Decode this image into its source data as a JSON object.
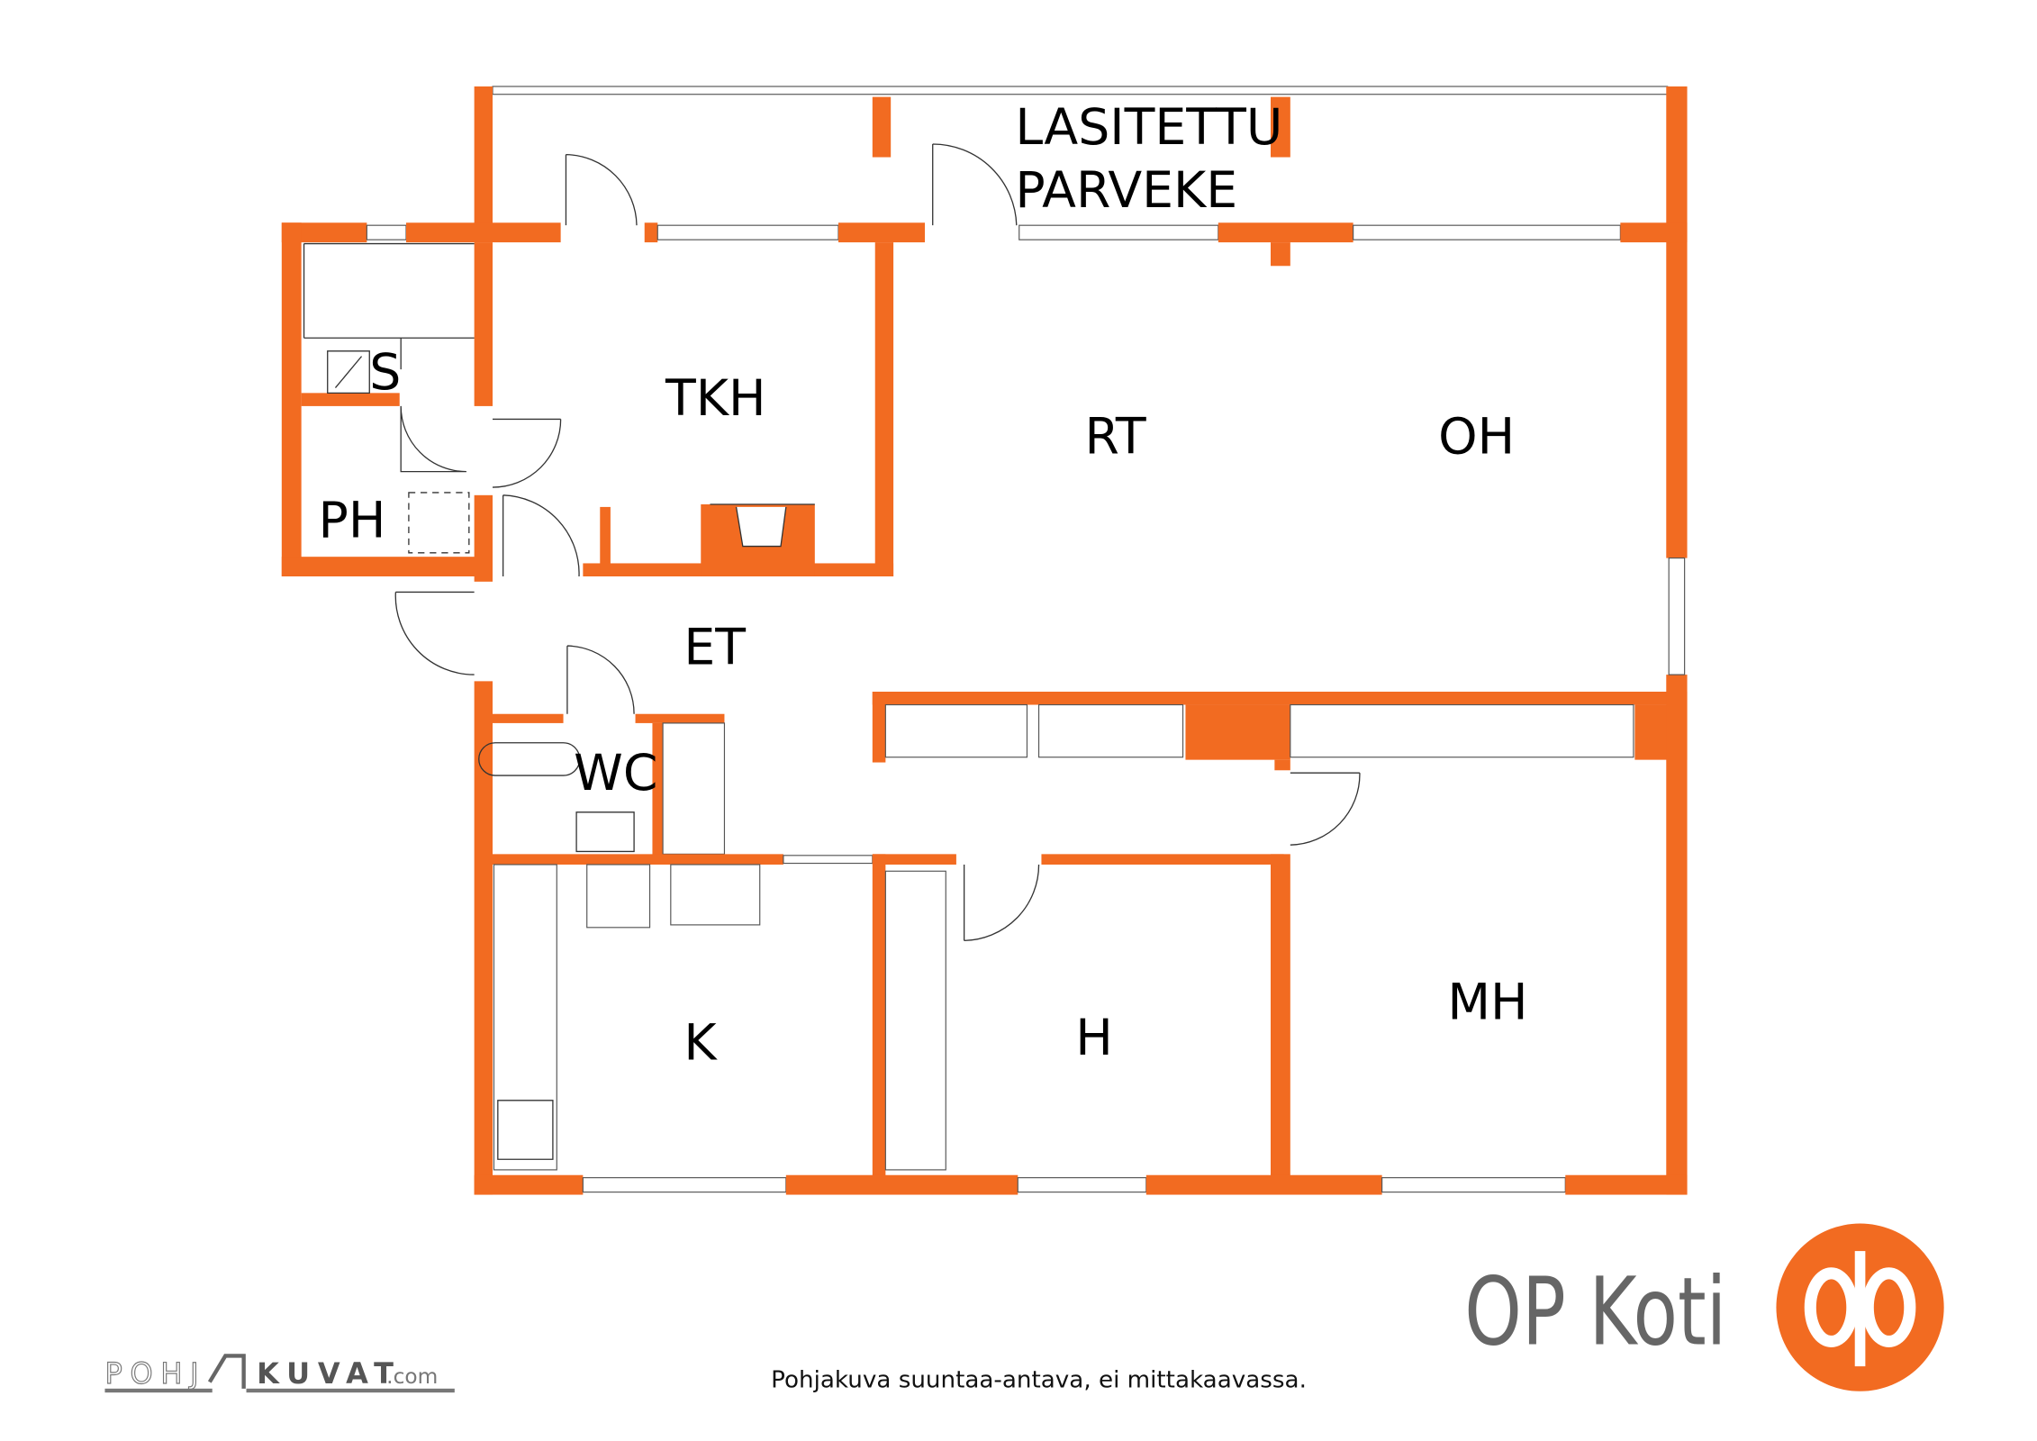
{
  "rooms": {
    "balcony_line1": "LASITETTU",
    "balcony_line2": "PARVEKE",
    "tkh": "TKH",
    "s": "S",
    "ph": "PH",
    "rt": "RT",
    "oh": "OH",
    "et": "ET",
    "wc": "WC",
    "k": "K",
    "h": "H",
    "mh": "MH"
  },
  "footer": {
    "disclaimer": "Pohjakuva suuntaa-antava, ei mittakaavassa.",
    "pohjakuvat_left": "POHJ",
    "pohjakuvat_right": "KUVAT",
    "pohjakuvat_suffix": ".com",
    "brand": "OP Koti"
  },
  "colors": {
    "wall": "#F26B21",
    "brand_text": "#666666"
  }
}
